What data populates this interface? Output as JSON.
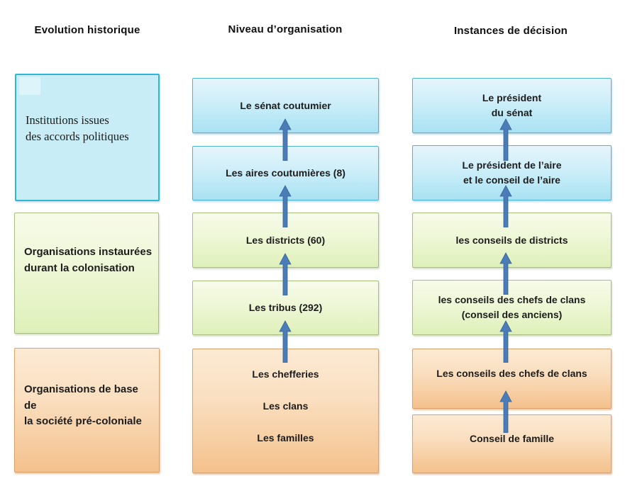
{
  "headers": {
    "evolution": "Evolution historique",
    "organisation": "Niveau  d’organisation",
    "decision": "Instances de décision"
  },
  "evolution_column": {
    "eras": [
      {
        "id": "accords-politiques",
        "label": "Institutions issues\ndes accords politiques",
        "color": "blue"
      },
      {
        "id": "colonisation",
        "label": "Organisations instaurées\ndurant la colonisation",
        "color": "green"
      },
      {
        "id": "pre-coloniale",
        "label": "Organisations de base de\nla société pré-coloniale",
        "color": "orange"
      }
    ]
  },
  "organisation_column": {
    "levels": [
      {
        "label": "Le sénat coutumier",
        "color": "blue"
      },
      {
        "label": "Les aires coutumières (8)",
        "color": "blue"
      },
      {
        "label": "Les districts (60)",
        "color": "green"
      },
      {
        "label": "Les tribus (292)",
        "color": "green"
      },
      {
        "color": "orange",
        "items": [
          "Les chefferies",
          "Les clans",
          "Les familles"
        ]
      }
    ]
  },
  "decision_column": {
    "levels": [
      {
        "label": "Le président\ndu sénat",
        "color": "blue"
      },
      {
        "label": "Le président de l’aire\net le conseil de l’aire",
        "color": "blue"
      },
      {
        "label": "les conseils de districts",
        "color": "green"
      },
      {
        "label": "les conseils des chefs de clans\n(conseil des anciens)",
        "color": "green"
      },
      {
        "label": "Les conseils des chefs de clans",
        "color": "orange"
      },
      {
        "label": "Conseil de famille",
        "color": "orange"
      }
    ]
  },
  "icons": {
    "arrow": "up-arrow"
  },
  "colors": {
    "background": "#ffffff",
    "text": "#1f1f1f",
    "blue_fill_top": "#e6f5fb",
    "blue_fill_bottom": "#a9e1f2",
    "blue_border": "#4db5d6",
    "era_blue_border": "#2eb6d8",
    "green_fill_top": "#f7fbe9",
    "green_fill_bottom": "#def0b9",
    "green_border": "#a8bd82",
    "orange_fill_top": "#fcead4",
    "orange_fill_bottom": "#f4c18c",
    "orange_border": "#dba26b",
    "arrow": "#4a7cb7"
  }
}
